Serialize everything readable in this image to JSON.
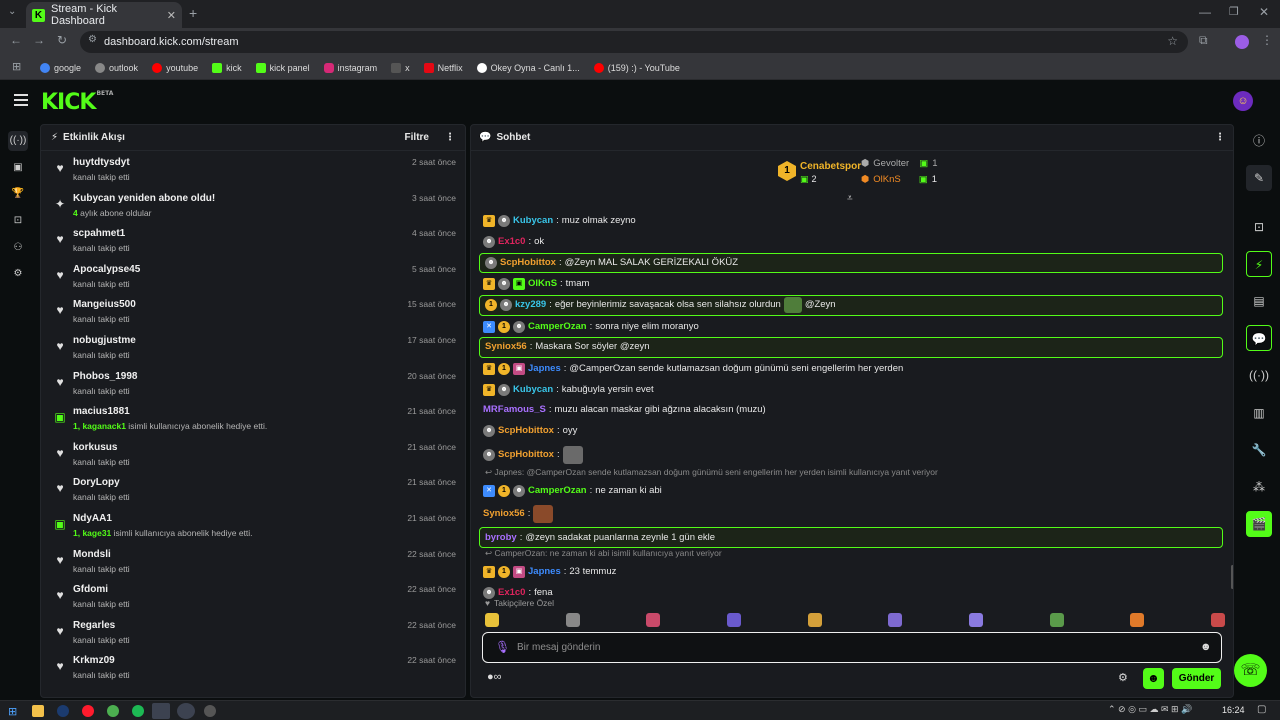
{
  "browser": {
    "tab_title": "Stream - Kick Dashboard",
    "url": "dashboard.kick.com/stream",
    "bookmarks": [
      {
        "label": "google",
        "color": "#4285f4"
      },
      {
        "label": "outlook",
        "color": "#888888"
      },
      {
        "label": "youtube",
        "color": "#ff0000"
      },
      {
        "label": "kick",
        "color": "#53fc18"
      },
      {
        "label": "kick panel",
        "color": "#53fc18"
      },
      {
        "label": "instagram",
        "color": "#d62976"
      },
      {
        "label": "x",
        "color": "#555555"
      },
      {
        "label": "Netflix",
        "color": "#e50914"
      },
      {
        "label": "Okey Oyna - Canlı 1...",
        "color": "#ffffff"
      },
      {
        "label": "(159) :) - YouTube",
        "color": "#ff0000"
      }
    ]
  },
  "header": {
    "logo": "KICK",
    "logo_beta": "BETA"
  },
  "activity": {
    "title": "Etkinlik Akışı",
    "filter": "Filtre",
    "items": [
      {
        "user": "huytdtysdyt",
        "desc": "kanalı takip etti",
        "time": "2 saat önce",
        "icon": "heart-icon",
        "glyph": "♥"
      },
      {
        "user": "Kubycan yeniden abone oldu!",
        "desc_count": "4",
        "desc": " aylık abone oldular",
        "time": "3 saat önce",
        "icon": "sparkle-icon",
        "glyph": "✦"
      },
      {
        "user": "scpahmet1",
        "desc": "kanalı takip etti",
        "time": "4 saat önce",
        "icon": "heart-icon",
        "glyph": "♥"
      },
      {
        "user": "Apocalypse45",
        "desc": "kanalı takip etti",
        "time": "5 saat önce",
        "icon": "heart-icon",
        "glyph": "♥"
      },
      {
        "user": "Mangeius500",
        "desc": "kanalı takip etti",
        "time": "15 saat önce",
        "icon": "heart-icon",
        "glyph": "♥"
      },
      {
        "user": "nobugjustme",
        "desc": "kanalı takip etti",
        "time": "17 saat önce",
        "icon": "heart-icon",
        "glyph": "♥"
      },
      {
        "user": "Phobos_1998",
        "desc": "kanalı takip etti",
        "time": "20 saat önce",
        "icon": "heart-icon",
        "glyph": "♥"
      },
      {
        "user": "macius1881",
        "desc_count": "1, kaganack1",
        "desc": " isimli kullanıcıya abonelik hediye etti.",
        "time": "21 saat önce",
        "icon": "gift-icon",
        "glyph": "▣"
      },
      {
        "user": "korkusus",
        "desc": "kanalı takip etti",
        "time": "21 saat önce",
        "icon": "heart-icon",
        "glyph": "♥"
      },
      {
        "user": "DoryLopy",
        "desc": "kanalı takip etti",
        "time": "21 saat önce",
        "icon": "heart-icon",
        "glyph": "♥"
      },
      {
        "user": "NdyAA1",
        "desc_count": "1, kage31",
        "desc": " isimli kullanıcıya abonelik hediye etti.",
        "time": "21 saat önce",
        "icon": "gift-icon",
        "glyph": "▣"
      },
      {
        "user": "Mondsli",
        "desc": "kanalı takip etti",
        "time": "22 saat önce",
        "icon": "heart-icon",
        "glyph": "♥"
      },
      {
        "user": "Gfdomi",
        "desc": "kanalı takip etti",
        "time": "22 saat önce",
        "icon": "heart-icon",
        "glyph": "♥"
      },
      {
        "user": "Regarles",
        "desc": "kanalı takip etti",
        "time": "22 saat önce",
        "icon": "heart-icon",
        "glyph": "♥"
      },
      {
        "user": "Krkmz09",
        "desc": "kanalı takip etti",
        "time": "22 saat önce",
        "icon": "heart-icon",
        "glyph": "♥"
      }
    ]
  },
  "chat": {
    "title": "Sohbet",
    "leaderboard": {
      "first": {
        "name": "Cenabetspor",
        "count": "2",
        "rank": "1"
      },
      "second": {
        "name": "Gevolter",
        "count": "1"
      },
      "third": {
        "name": "OlKnS",
        "count": "1"
      }
    },
    "messages": [
      {
        "badges": [
          "crown",
          "vip"
        ],
        "user": "Kubycan",
        "color": "#39c5e8",
        "text": "muz olmak zeyno",
        "hl": false
      },
      {
        "badges": [
          "vip"
        ],
        "user": "Ex1c0",
        "color": "#e0245e",
        "text": "ok",
        "hl": false
      },
      {
        "badges": [
          "vip"
        ],
        "user": "ScpHobittox",
        "color": "#f0a030",
        "text": "@Zeyn MAL SALAK GERİZEKALI ÖKÜZ",
        "hl": true
      },
      {
        "badges": [
          "crown",
          "vip",
          "green"
        ],
        "user": "OlKnS",
        "color": "#53fc18",
        "text": "tmam",
        "hl": false
      },
      {
        "badges": [
          "gold",
          "vip"
        ],
        "user": "kzy289",
        "color": "#39c5e8",
        "text": "eğer beyinlerimiz savaşacak olsa sen silahsız olurdun",
        "emote": true,
        "text2": "@Zeyn",
        "hl": true
      },
      {
        "badges": [
          "star",
          "gold",
          "vip"
        ],
        "user": "CamperOzan",
        "color": "#53fc18",
        "text": "sonra niye elim moranyo",
        "hl": false
      },
      {
        "badges": [],
        "user": "Syniox56",
        "color": "#f0a030",
        "text": "Maskara Sor söyler @zeyn",
        "hl": true
      },
      {
        "badges": [
          "crown",
          "gold",
          "gift"
        ],
        "user": "Japnes",
        "color": "#3d8bfd",
        "text": "@CamperOzan sende kutlamazsan doğum günümü seni engellerim her yerden",
        "hl": false
      },
      {
        "badges": [
          "crown",
          "vip"
        ],
        "user": "Kubycan",
        "color": "#39c5e8",
        "text": "kabuğuyla yersin evet",
        "hl": false
      },
      {
        "badges": [],
        "user": "MRFamous_S",
        "color": "#a970ff",
        "text": "muzu alacan maskar gibi ağzına alacaksın (muzu)",
        "hl": false
      },
      {
        "badges": [
          "vip"
        ],
        "user": "ScpHobittox",
        "color": "#f0a030",
        "text": "oyy",
        "hl": false
      },
      {
        "badges": [
          "vip"
        ],
        "user": "ScpHobittox",
        "color": "#f0a030",
        "text": "",
        "emote": true,
        "hl": false
      },
      {
        "reply": "Japnes: @CamperOzan sende kutlamazsan doğum günümü seni engellerim her yerden isimli kullanıcıya yanıt veriyor"
      },
      {
        "badges": [
          "star",
          "gold",
          "vip"
        ],
        "user": "CamperOzan",
        "color": "#53fc18",
        "text": "ne zaman ki abi",
        "hl": false
      },
      {
        "badges": [],
        "user": "Syniox56",
        "color": "#f0a030",
        "text": "",
        "emote": true,
        "hl": false
      },
      {
        "badges": [],
        "user": "byroby",
        "color": "#a970ff",
        "text": "@zeyn sadakat puanlarına zeynle 1 gün ekle",
        "hl": true
      },
      {
        "reply": "CamperOzan: ne zaman ki abi isimli kullanıcıya yanıt veriyor"
      },
      {
        "badges": [
          "crown",
          "gold",
          "gift"
        ],
        "user": "Japnes",
        "color": "#3d8bfd",
        "text": "23 temmuz",
        "hl": false
      },
      {
        "badges": [
          "vip"
        ],
        "user": "Ex1c0",
        "color": "#e0245e",
        "text": "fena",
        "hl": false
      }
    ],
    "followers_only": "Takipçilere Özel",
    "input_placeholder": "Bir mesaj gönderin",
    "send_label": "Gönder"
  },
  "taskbar": {
    "time": "16:24"
  }
}
